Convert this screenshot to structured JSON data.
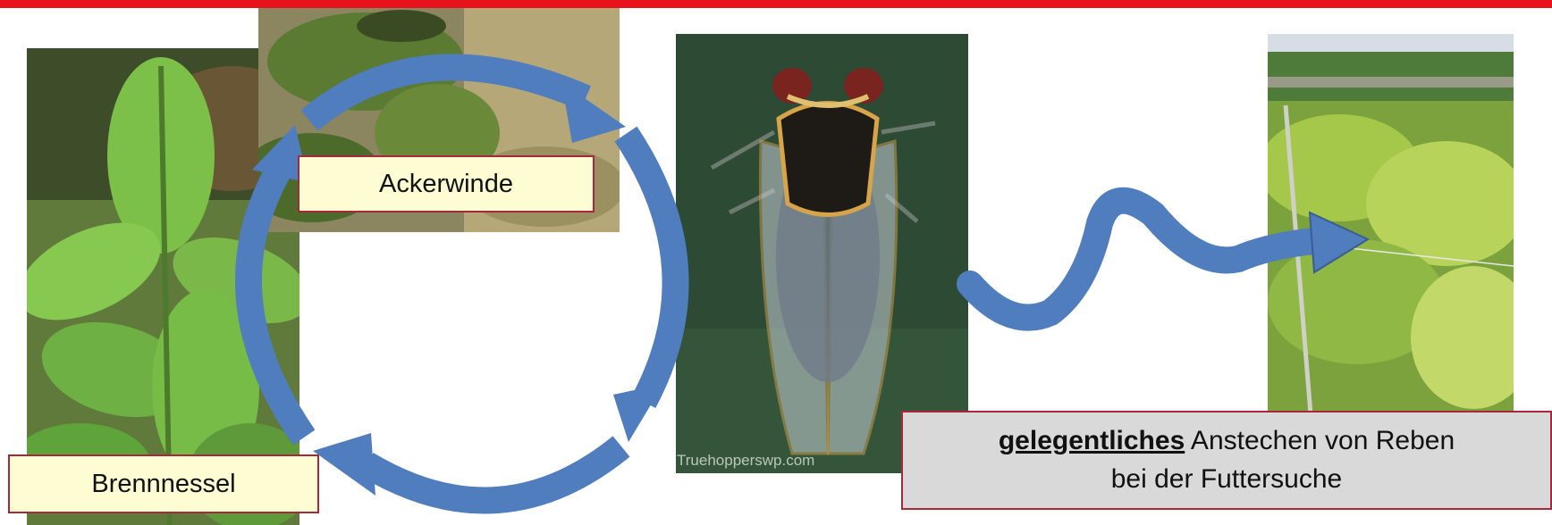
{
  "labels": {
    "ackerwinde": "Ackerwinde",
    "brennnessel": "Brennnessel"
  },
  "caption": {
    "emphasis": "gelegentliches",
    "line1_rest": " Anstechen von Reben",
    "line2": "bei der Futtersuche"
  },
  "photo_credit": "Truehopperswp.com",
  "icons": {
    "cycle": "circular-arrows-icon",
    "wave_arrow": "wavy-arrow-icon"
  },
  "colors": {
    "top_bar": "#e8121c",
    "arrow": "#4f7dbd",
    "label_fill": "#fefcd3",
    "label_border": "#a8273a",
    "caption_fill": "#d9d9d9"
  }
}
